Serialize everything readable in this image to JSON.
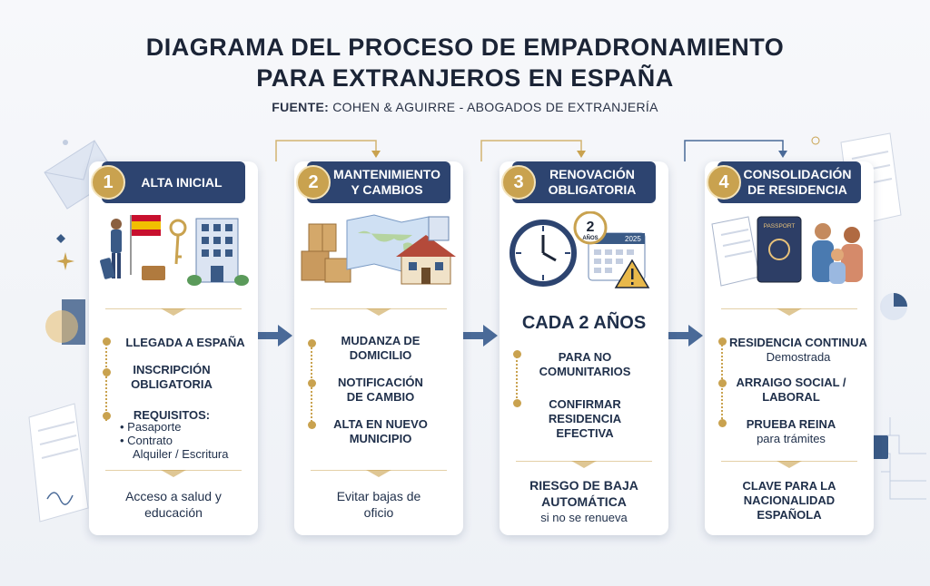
{
  "title": {
    "line1": "DIAGRAMA DEL PROCESO DE EMPADRONAMIENTO",
    "line2": "PARA EXTRANJEROS EN ESPAÑA"
  },
  "source": {
    "label": "FUENTE:",
    "text": " COHEN & AGUIRRE - ABOGADOS DE EXTRANJERÍA"
  },
  "colors": {
    "navy": "#2d4470",
    "gold": "#c9a24f",
    "arrow": "#4a6a98"
  },
  "steps": [
    {
      "number": "1",
      "title_line1": "ALTA INICIAL",
      "title_line2": "",
      "items": [
        {
          "text": "LLEGADA A ESPAÑA"
        },
        {
          "text": "INSCRIPCIÓN OBLIGATORIA"
        },
        {
          "text": "REQUISITOS:"
        }
      ],
      "requirements": [
        "• Pasaporte",
        "• Contrato",
        "  Alquiler / Escritura"
      ],
      "footer": "Acceso a salud y educación"
    },
    {
      "number": "2",
      "title_line1": "MANTENIMIENTO",
      "title_line2": "Y CAMBIOS",
      "items": [
        {
          "text": "MUDANZA DE DOMICILIO"
        },
        {
          "text": "NOTIFICACIÓN DE CAMBIO"
        },
        {
          "text": "ALTA EN NUEVO MUNICIPIO"
        }
      ],
      "footer": "Evitar bajas de oficio"
    },
    {
      "number": "3",
      "title_line1": "RENOVACIÓN",
      "title_line2": "OBLIGATORIA",
      "badge_line1": "2",
      "badge_line2": "AÑOS",
      "calendar_year": "2025",
      "highlight": "CADA 2 AÑOS",
      "items": [
        {
          "text": "PARA NO COMUNITARIOS"
        },
        {
          "text": "CONFIRMAR RESIDENCIA EFECTIVA"
        }
      ],
      "footer_bold": "RIESGO DE BAJA AUTOMÁTICA",
      "footer_sub": "si no se renueva"
    },
    {
      "number": "4",
      "title_line1": "CONSOLIDACIÓN",
      "title_line2": "DE RESIDENCIA",
      "passport_label": "PASSPORT",
      "items": [
        {
          "text": "RESIDENCIA CONTINUA",
          "sub": "Demostrada"
        },
        {
          "text": "ARRAIGO SOCIAL / LABORAL",
          "sub": ""
        },
        {
          "text": "PRUEBA REINA",
          "sub": "para trámites"
        }
      ],
      "footer": "CLAVE PARA LA NACIONALIDAD ESPAÑOLA"
    }
  ]
}
